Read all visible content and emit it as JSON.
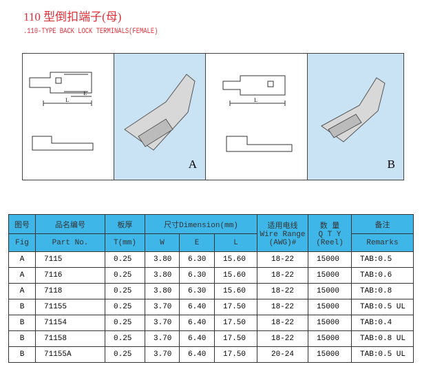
{
  "title_cn": "110 型倒扣端子(母)",
  "title_en": ".110-TYPE BACK LOCK TERMINALS(FEMALE)",
  "figures": [
    {
      "label": "A"
    },
    {
      "label": "B"
    }
  ],
  "headers": {
    "fig_cn": "图号",
    "fig_en": "Fig",
    "part_cn": "品名编号",
    "part_en": "Part No.",
    "t_cn": "板厚",
    "t_en": "T(mm)",
    "dim": "尺寸Dimension(mm)",
    "w": "W",
    "e": "E",
    "l": "L",
    "wire_cn": "适用电线",
    "wire_en": "Wire Range (AWG)#",
    "qty_cn": "数 量",
    "qty_en": "Q T Y (Reel)",
    "rem_cn": "备注",
    "rem_en": "Remarks"
  },
  "rows": [
    [
      "A",
      "7115",
      "0.25",
      "3.80",
      "6.30",
      "15.60",
      "18-22",
      "15000",
      "TAB:0.5"
    ],
    [
      "A",
      "7116",
      "0.25",
      "3.80",
      "6.30",
      "15.60",
      "18-22",
      "15000",
      "TAB:0.6"
    ],
    [
      "A",
      "7118",
      "0.25",
      "3.80",
      "6.30",
      "15.60",
      "18-22",
      "15000",
      "TAB:0.8"
    ],
    [
      "B",
      "71155",
      "0.25",
      "3.70",
      "6.40",
      "17.50",
      "18-22",
      "15000",
      "TAB:0.5 UL"
    ],
    [
      "B",
      "71154",
      "0.25",
      "3.70",
      "6.40",
      "17.50",
      "18-22",
      "15000",
      "TAB:0.4"
    ],
    [
      "B",
      "71158",
      "0.25",
      "3.70",
      "6.40",
      "17.50",
      "18-22",
      "15000",
      "TAB:0.8 UL"
    ],
    [
      "B",
      "71155A",
      "0.25",
      "3.70",
      "6.40",
      "17.50",
      "20-24",
      "15000",
      "TAB:0.5 UL"
    ]
  ]
}
